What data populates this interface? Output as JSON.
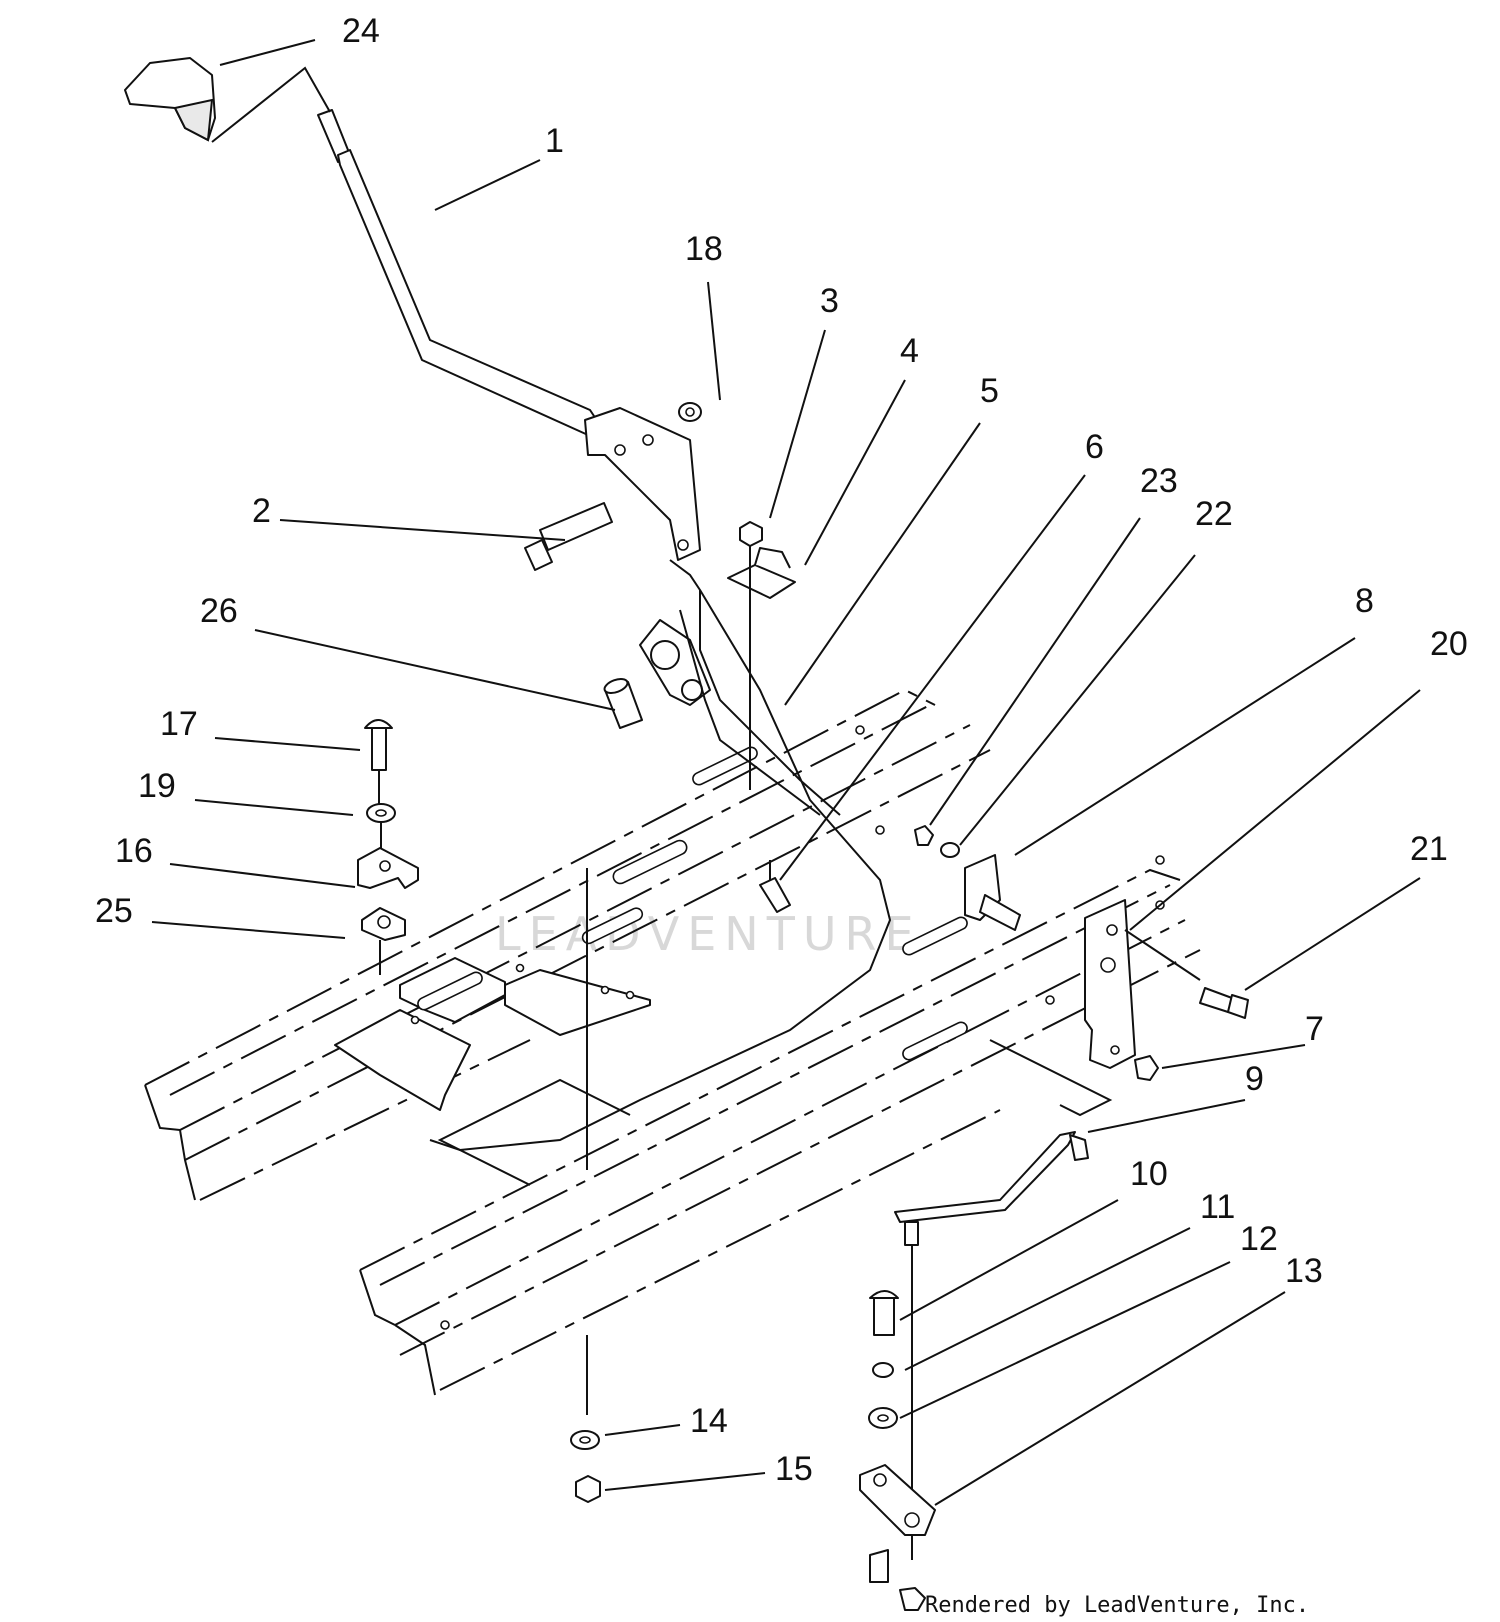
{
  "callouts": [
    {
      "label": "24"
    },
    {
      "label": "1"
    },
    {
      "label": "18"
    },
    {
      "label": "3"
    },
    {
      "label": "4"
    },
    {
      "label": "5"
    },
    {
      "label": "6"
    },
    {
      "label": "23"
    },
    {
      "label": "22"
    },
    {
      "label": "2"
    },
    {
      "label": "26"
    },
    {
      "label": "8"
    },
    {
      "label": "20"
    },
    {
      "label": "17"
    },
    {
      "label": "19"
    },
    {
      "label": "16"
    },
    {
      "label": "25"
    },
    {
      "label": "21"
    },
    {
      "label": "7"
    },
    {
      "label": "9"
    },
    {
      "label": "10"
    },
    {
      "label": "11"
    },
    {
      "label": "12"
    },
    {
      "label": "13"
    },
    {
      "label": "14"
    },
    {
      "label": "15"
    }
  ],
  "watermark": "LEADVENTURE",
  "credit": "Rendered by LeadVenture, Inc."
}
